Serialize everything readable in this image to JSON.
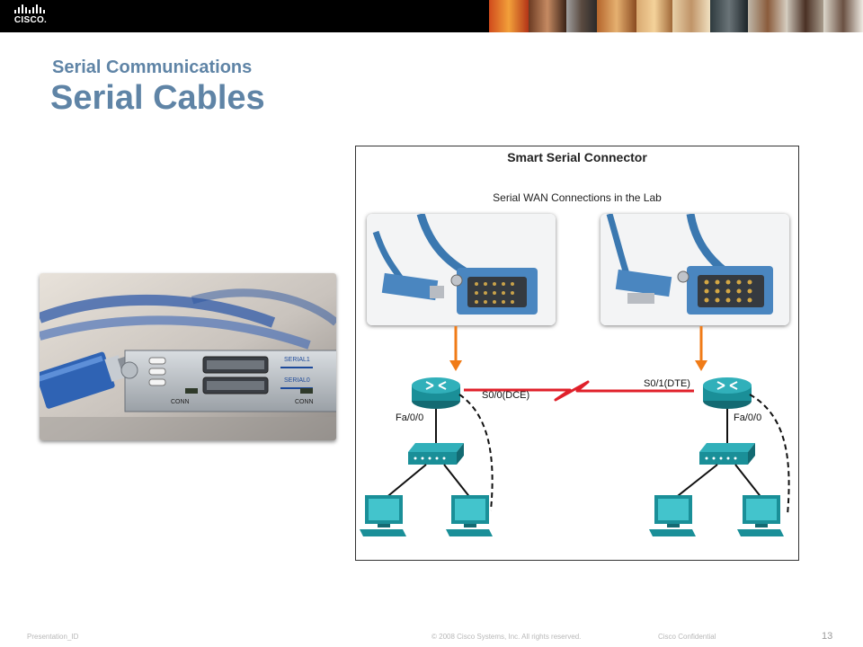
{
  "header": {
    "logo_text": "CISCO."
  },
  "slide": {
    "subtitle": "Serial Communications",
    "title": "Serial Cables"
  },
  "diagram": {
    "title": "Smart Serial Connector",
    "subtitle": "Serial WAN Connections in the Lab",
    "left_link_label": "S0/0(DCE)",
    "right_link_label": "S0/1(DTE)",
    "left_fa_label": "Fa/0/0",
    "right_fa_label": "Fa/0/0"
  },
  "photo": {
    "port_serial1": "SERIAL1",
    "port_serial0": "SERIAL0",
    "conn_left": "CONN",
    "conn_right": "CONN"
  },
  "footer": {
    "presentation_id": "Presentation_ID",
    "copyright": "© 2008 Cisco Systems, Inc. All rights reserved.",
    "confidential": "Cisco Confidential",
    "page_number": "13"
  },
  "colors": {
    "title_blue": "#5f84a6",
    "router_teal": "#1a8f98",
    "serial_red": "#e0202a",
    "arrow_orange": "#f07b17"
  }
}
